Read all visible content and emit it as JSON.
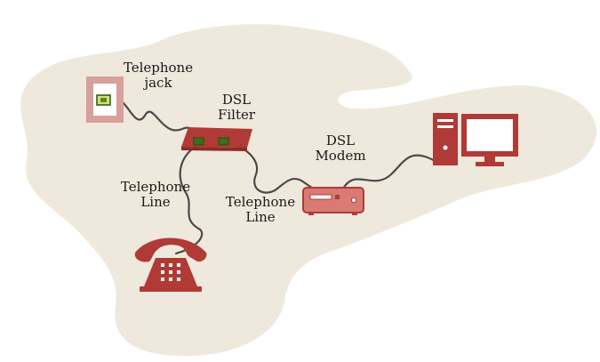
{
  "colors": {
    "blob": "#efe8dd",
    "device": "#b03a36",
    "device_light": "#d97a74",
    "wire": "#4a4a4a",
    "led": "#5c8a1c",
    "jack_frame": "#d7a09a"
  },
  "labels": {
    "telephone_jack": [
      "Telephone",
      "jack"
    ],
    "dsl_filter": [
      "DSL",
      "Filter"
    ],
    "dsl_modem": [
      "DSL",
      "Modem"
    ],
    "line_left": [
      "Telephone",
      "Line"
    ],
    "line_right": [
      "Telephone",
      "Line"
    ]
  },
  "icons": {
    "jack": "telephone-jack-icon",
    "filter": "dsl-filter-icon",
    "modem": "dsl-modem-icon",
    "computer": "computer-icon",
    "phone": "telephone-icon"
  }
}
